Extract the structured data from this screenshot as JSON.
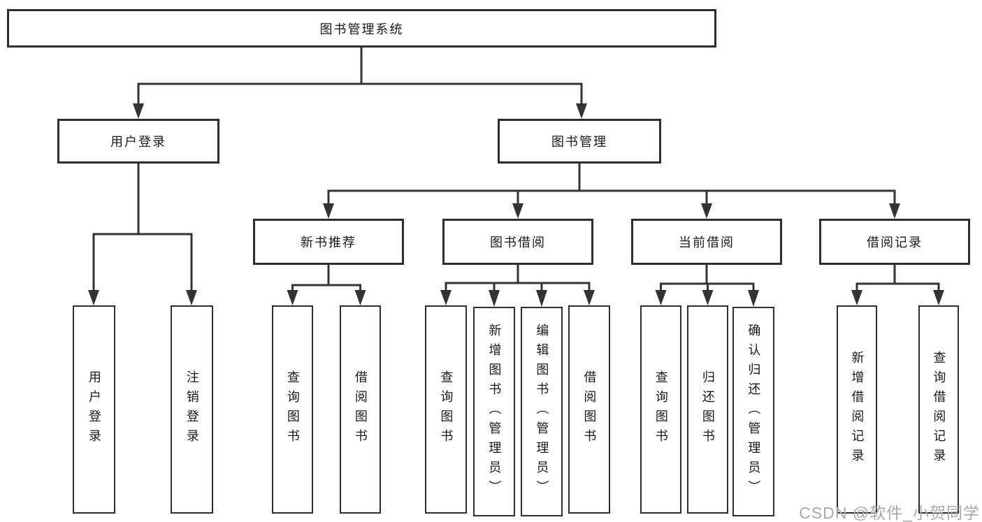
{
  "colors": {
    "background": "#ffffff",
    "line": "#333333",
    "box_border": "#2e2e2e",
    "text": "#1a1a1a",
    "watermark": "#a9a9a9"
  },
  "watermark": {
    "text": "CSDN @软件_小贺同学"
  },
  "tree": {
    "root": "图书管理系统",
    "children": [
      {
        "label": "用户登录",
        "children": [
          "用户登录",
          "注销登录"
        ]
      },
      {
        "label": "图书管理",
        "children": [
          {
            "label": "新书推荐",
            "children": [
              "查询图书",
              "借阅图书"
            ]
          },
          {
            "label": "图书借阅",
            "children": [
              "查询图书",
              "新增图书（管理员）",
              "编辑图书（管理员）",
              "借阅图书"
            ]
          },
          {
            "label": "当前借阅",
            "children": [
              "查询图书",
              "归还图书",
              "确认归还（管理员）"
            ]
          },
          {
            "label": "借阅记录",
            "children": [
              "新增借阅记录",
              "查询借阅记录"
            ]
          }
        ]
      }
    ]
  }
}
